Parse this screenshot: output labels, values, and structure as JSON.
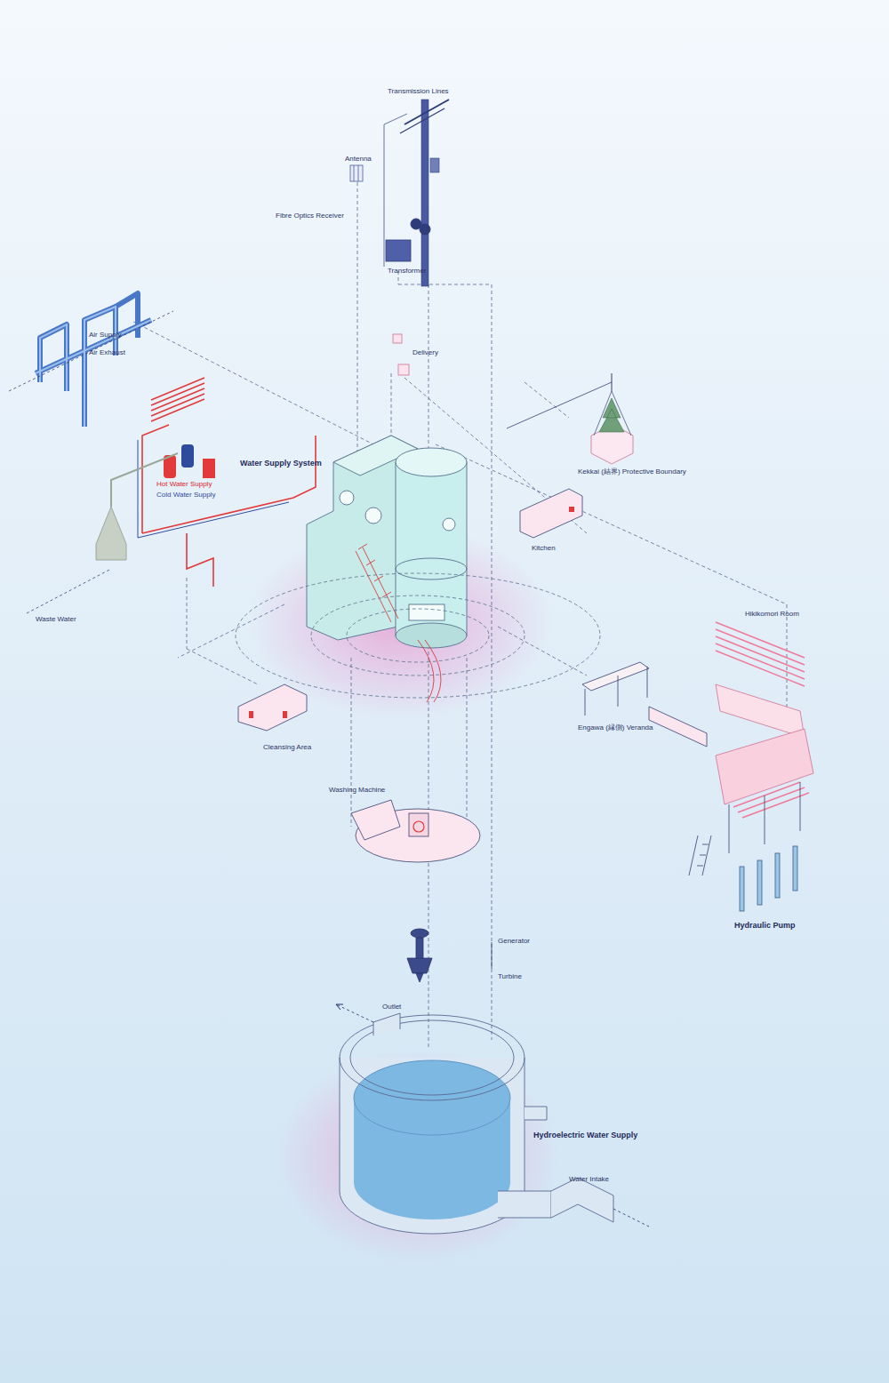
{
  "diagram": {
    "labels": [
      "Transmission Lines",
      "Antenna",
      "Fibre Optics Receiver",
      "Transformer",
      "Delivery",
      "Air Supply",
      "Air Exhaust",
      "Hot Water Supply",
      "Cold Water Supply",
      "Waste Water",
      "Water Supply System",
      "Kekkai (結界) Protective Boundary",
      "Kitchen",
      "Hikikomori Room",
      "Engawa (縁側) Veranda",
      "Cleansing Area",
      "Washing Machine",
      "Generator",
      "Turbine",
      "Hydraulic Pump",
      "Outlet",
      "Hydroelectric Water Supply",
      "Water Intake"
    ]
  }
}
